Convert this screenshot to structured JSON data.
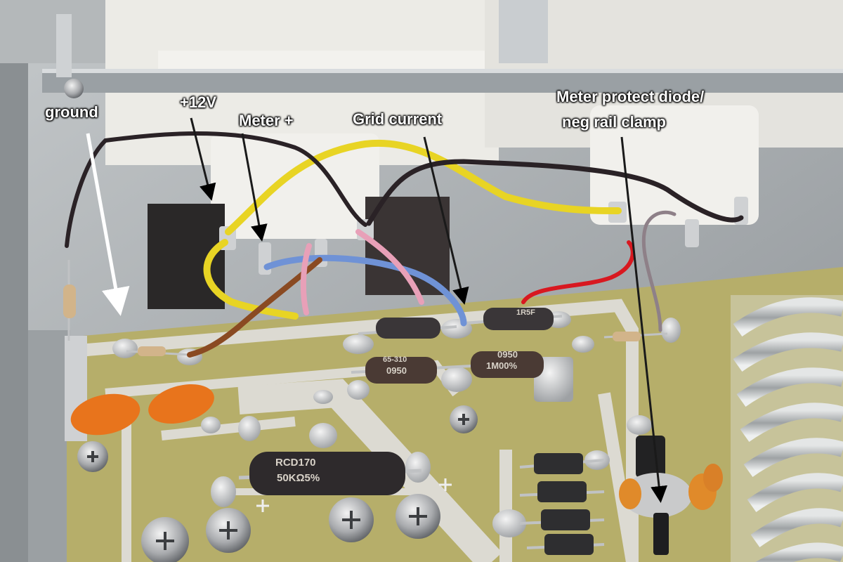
{
  "labels": {
    "ground": "ground",
    "plus12v": "+12V",
    "meter_plus": "Meter +",
    "grid_current": "Grid current",
    "meter_protect_line1": "Meter protect diode/",
    "meter_protect_line2": "neg rail clamp"
  },
  "components": {
    "resistor_large_marking_1": "RCD170",
    "resistor_large_marking_2": "50KΩ5%",
    "resistor_mid_marking_1": "65-310",
    "resistor_mid_marking_2": "0950",
    "resistor_right_marking_1": "0950",
    "resistor_right_marking_2": "1M00%",
    "resistor_top_right_marking": "1R5F"
  },
  "colors": {
    "pcb": "#b6ae6a",
    "chassis": "#a9adb0",
    "wire_yellow": "#e8d424",
    "wire_black": "#2a2226",
    "wire_blue": "#6f92d6",
    "wire_brown": "#8a4a22",
    "wire_red": "#d81820",
    "wire_pink": "#e8a0b8",
    "wire_gray": "#8e8088",
    "capacitor_orange": "#e8741c",
    "arrow_white": "#ffffff",
    "arrow_black": "#000000"
  },
  "icons": [
    "screw-icon",
    "solder-pad-icon",
    "arrow-icon"
  ]
}
